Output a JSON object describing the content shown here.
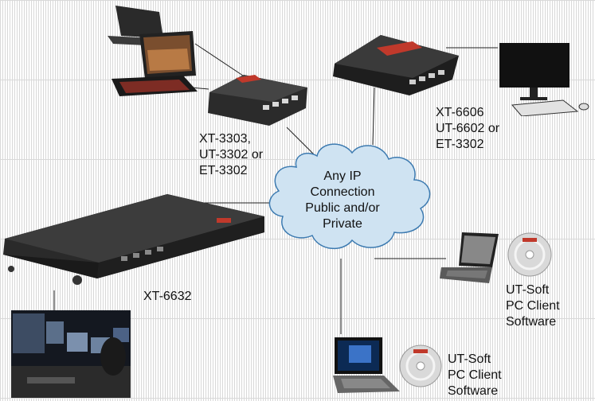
{
  "cloud": {
    "lines": "Any IP\nConnection\nPublic and/or\nPrivate"
  },
  "devices": {
    "xt3303": {
      "label": "XT-3303,\nUT-3302 or\nET-3302"
    },
    "xt6606": {
      "label": "XT-6606\nUT-6602 or\nET-3302"
    },
    "xt6632": {
      "label": "XT-6632"
    },
    "utsoft_right": {
      "label": "UT-Soft\nPC Client\nSoftware"
    },
    "utsoft_bottom": {
      "label": "UT-Soft\nPC Client\nSoftware"
    }
  },
  "colors": {
    "cloud_fill": "#cfe3f2",
    "cloud_stroke": "#3c7ab0",
    "device_dark": "#1e1e1e",
    "device_red": "#c0392b"
  }
}
